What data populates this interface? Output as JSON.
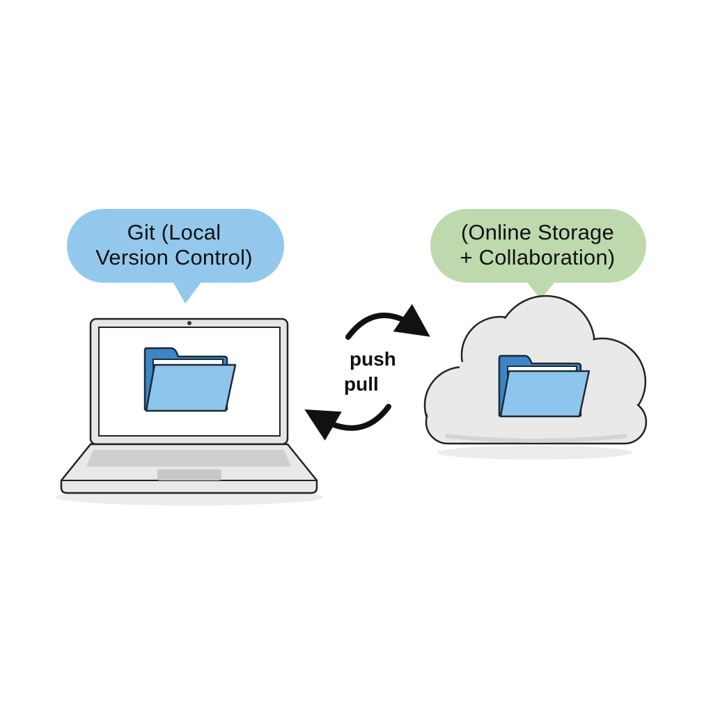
{
  "local": {
    "bubble_lines": [
      "Git (Local",
      "Version Control)"
    ],
    "bubble_color": "#93c8ec"
  },
  "remote": {
    "bubble_lines": [
      "(Online Storage",
      "+ Collaboration)"
    ],
    "bubble_color": "#bed9ae"
  },
  "sync": {
    "push_label": "push",
    "pull_label": "pull"
  },
  "colors": {
    "folder_back": "#3d86c6",
    "folder_front": "#8ec5ec",
    "outline": "#1d2a36",
    "device_gray": "#e6e6e6",
    "cloud_fill": "#e9e9e9"
  },
  "icons": [
    "laptop-icon",
    "folder-icon",
    "cloud-icon",
    "push-arrow-icon",
    "pull-arrow-icon"
  ]
}
